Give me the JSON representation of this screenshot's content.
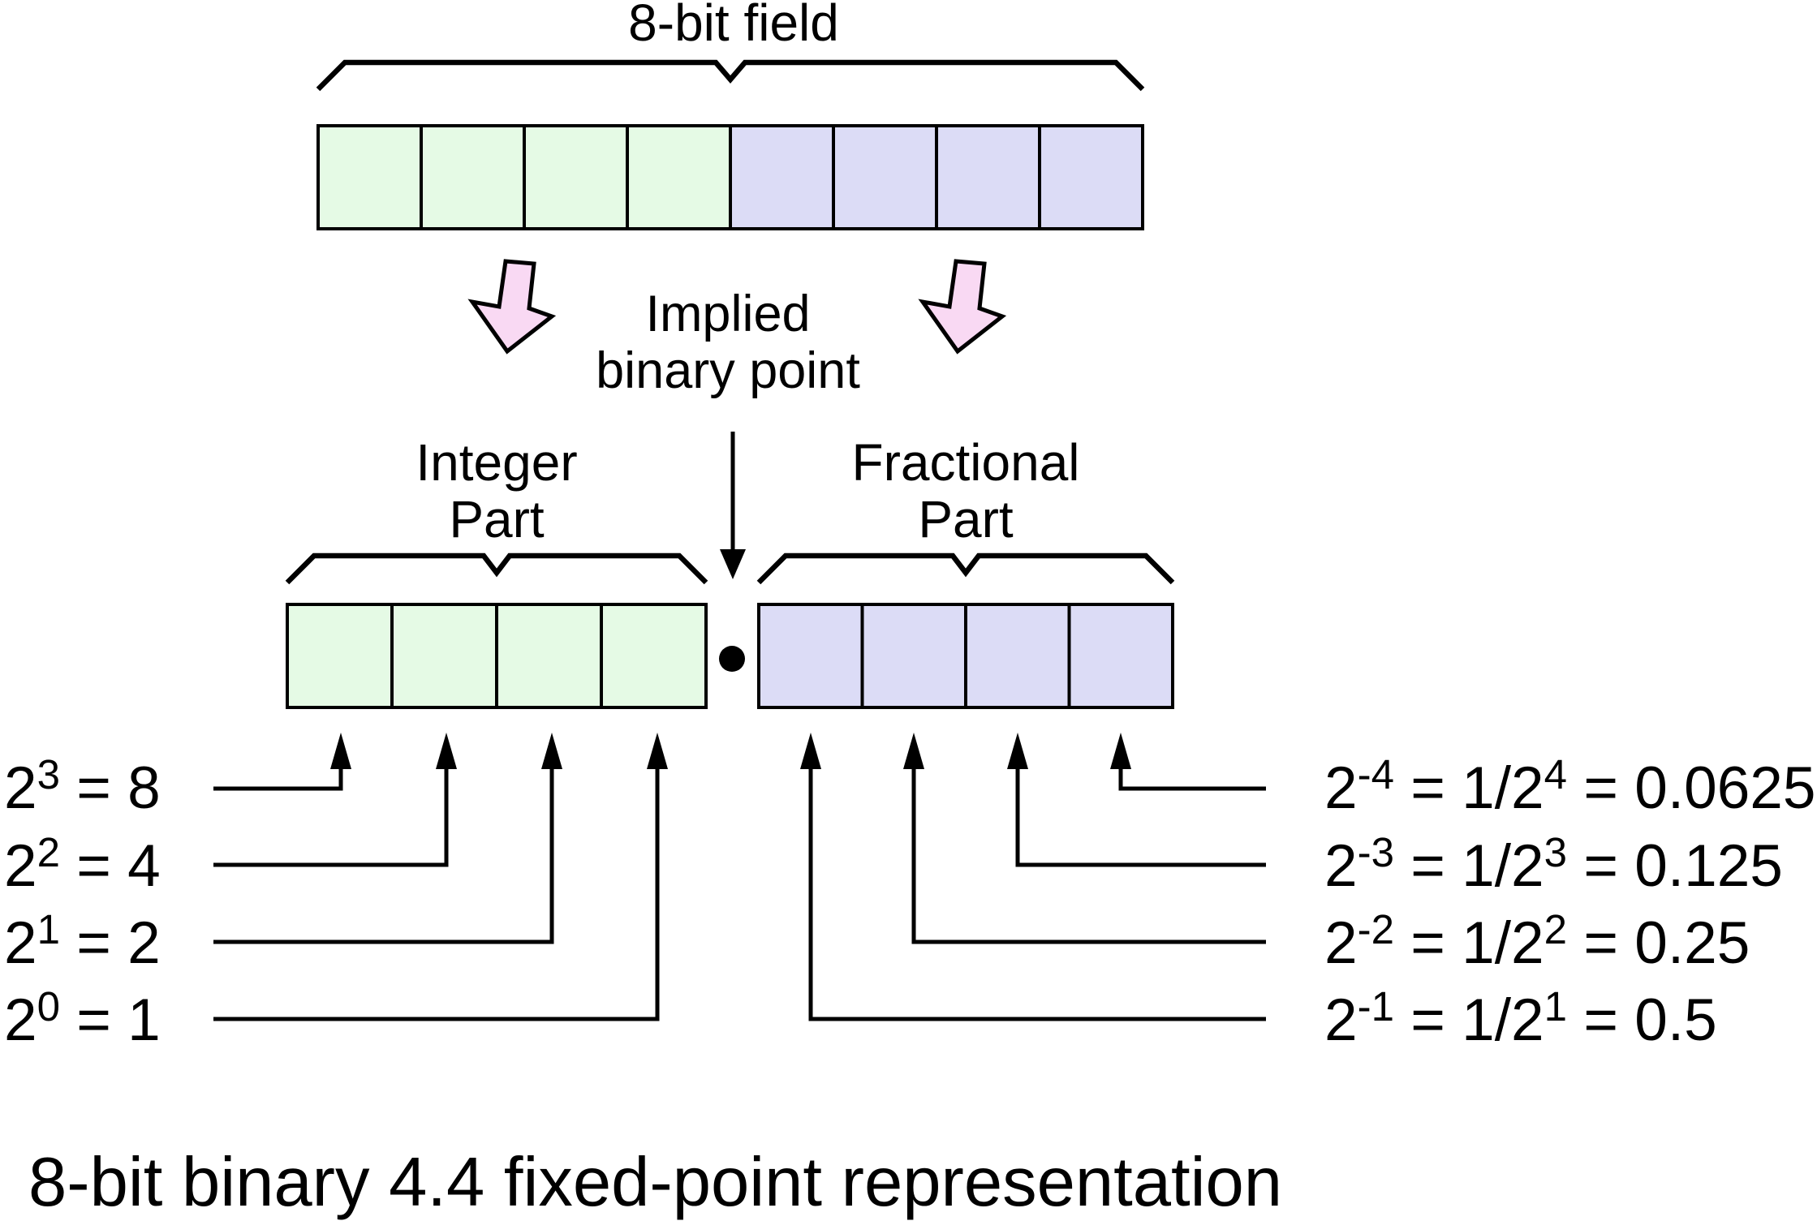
{
  "header": {
    "field_label": "8-bit field"
  },
  "implied_point": {
    "line1": "Implied",
    "line2": "binary point"
  },
  "integer_part": {
    "line1": "Integer",
    "line2": "Part"
  },
  "fractional_part": {
    "line1": "Fractional",
    "line2": "Part"
  },
  "bit_field": {
    "total_bits": 8,
    "integer_bits": 4,
    "fraction_bits": 4
  },
  "integer_weights": [
    {
      "base": "2",
      "exp": "3",
      "value": " = 8"
    },
    {
      "base": "2",
      "exp": "2",
      "value": " = 4"
    },
    {
      "base": "2",
      "exp": "1",
      "value": " = 2"
    },
    {
      "base": "2",
      "exp": "0",
      "value": " = 1"
    }
  ],
  "fractional_weights": [
    {
      "base": "2",
      "exp": "-4",
      "mid": " = 1/2",
      "exp2": "4",
      "value": " = 0.0625"
    },
    {
      "base": "2",
      "exp": "-3",
      "mid": " = 1/2",
      "exp2": "3",
      "value": " = 0.125"
    },
    {
      "base": "2",
      "exp": "-2",
      "mid": " = 1/2",
      "exp2": "2",
      "value": " = 0.25"
    },
    {
      "base": "2",
      "exp": "-1",
      "mid": " = 1/2",
      "exp2": "1",
      "value": " = 0.5"
    }
  ],
  "caption": "8-bit binary 4.4 fixed-point representation",
  "colors": {
    "integer_fill": "#e5fae5",
    "fraction_fill": "#dcdcf6",
    "arrow_fill": "#f9d9f3",
    "line_color": "#000000"
  }
}
